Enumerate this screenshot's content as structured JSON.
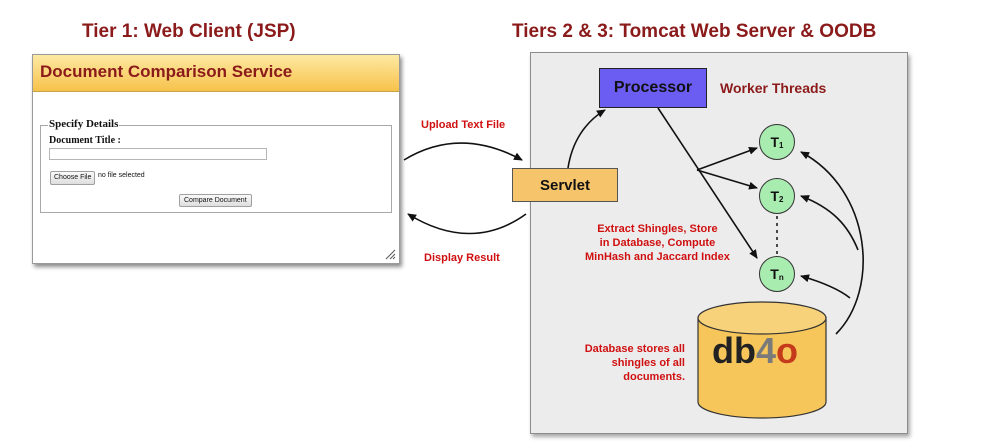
{
  "titles": {
    "tier1": "Tier 1: Web Client (JSP)",
    "tier23": "Tiers 2 & 3: Tomcat Web Server & OODB"
  },
  "client": {
    "header_title": "Document Comparison Service",
    "legend": "Specify Details",
    "doc_title_label": "Document Title :",
    "choose_file_button": "Choose File",
    "no_file_text": "no file selected",
    "compare_button": "Compare Document"
  },
  "arrows": {
    "upload": "Upload Text File",
    "display": "Display Result"
  },
  "server": {
    "processor": "Processor",
    "worker_threads": "Worker Threads",
    "servlet": "Servlet",
    "threads": [
      {
        "letter": "T",
        "sub": "1"
      },
      {
        "letter": "T",
        "sub": "2"
      },
      {
        "letter": "T",
        "sub": "n"
      }
    ],
    "extract_note": [
      "Extract Shingles, Store",
      "in Database, Compute",
      "MinHash and Jaccard Index"
    ],
    "db_note": [
      "Database stores all",
      "shingles of all",
      "documents."
    ],
    "db_logo": {
      "part1": "db",
      "part2": "4",
      "part3": "o"
    }
  },
  "colors": {
    "title_red": "#8b1a1a",
    "label_red": "#d01010",
    "processor": "#6b5cf2",
    "servlet": "#f6c46a",
    "thread": "#a8ecb0",
    "database": "#f6c65a"
  }
}
